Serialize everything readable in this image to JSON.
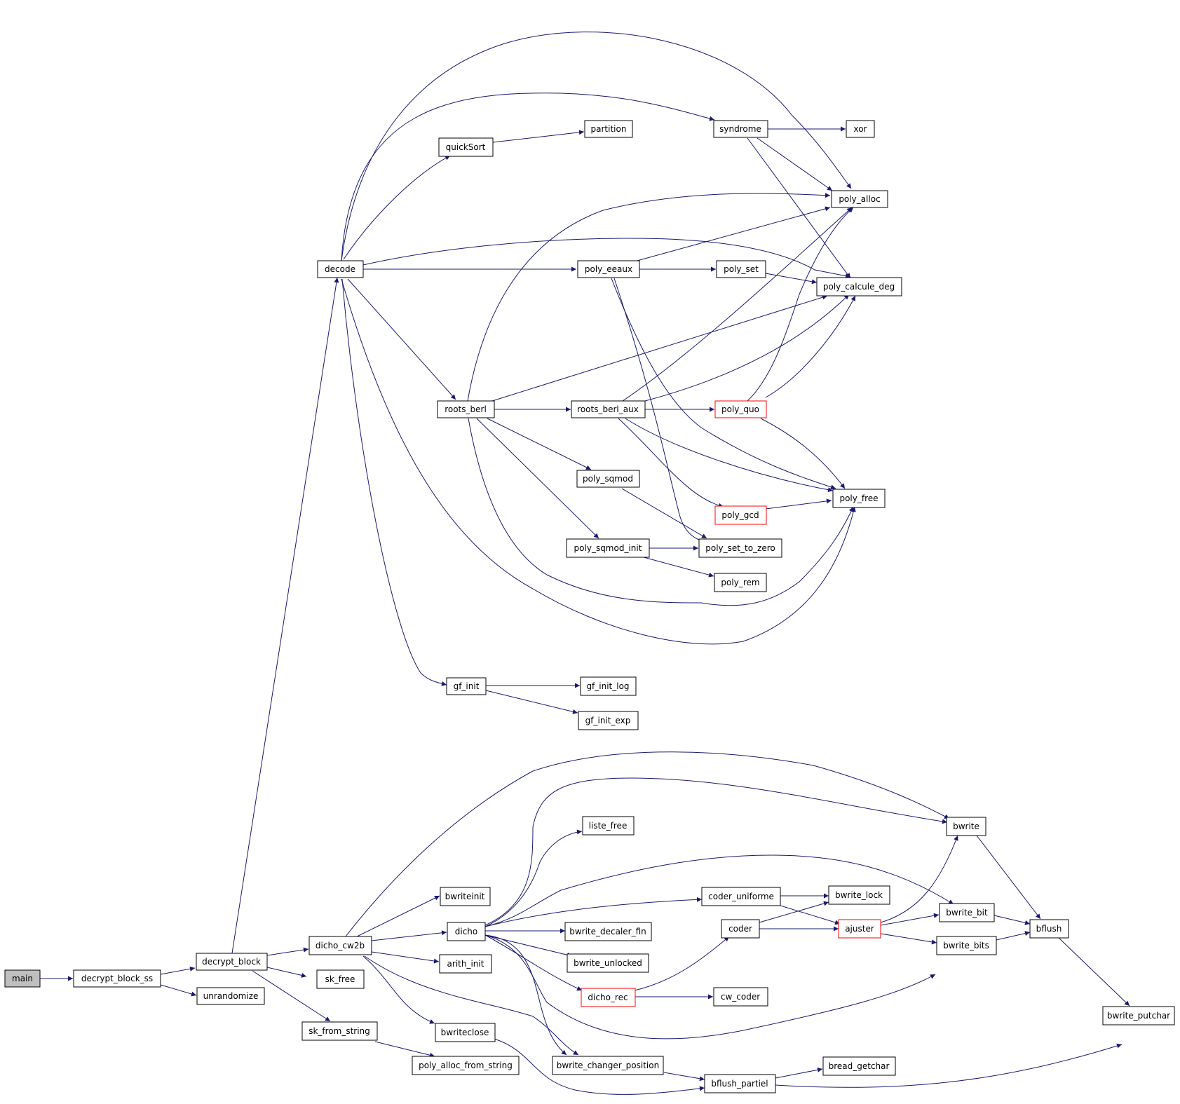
{
  "diagram": {
    "colors": {
      "edge": "#191970",
      "node_border": "#000000",
      "node_border_truncated": "#ff0000",
      "root_fill": "#bfbfbf",
      "node_fill": "#ffffff"
    },
    "nodes": {
      "main": "main",
      "decrypt_block_ss": "decrypt_block_ss",
      "decrypt_block": "decrypt_block",
      "unrandomize": "unrandomize",
      "decode": "decode",
      "quickSort": "quickSort",
      "partition": "partition",
      "syndrome": "syndrome",
      "xor": "xor",
      "poly_alloc": "poly_alloc",
      "poly_eeaux": "poly_eeaux",
      "poly_set": "poly_set",
      "poly_calcule_deg": "poly_calcule_deg",
      "roots_berl": "roots_berl",
      "roots_berl_aux": "roots_berl_aux",
      "poly_quo": "poly_quo",
      "poly_sqmod": "poly_sqmod",
      "poly_free": "poly_free",
      "poly_gcd": "poly_gcd",
      "poly_sqmod_init": "poly_sqmod_init",
      "poly_set_to_zero": "poly_set_to_zero",
      "poly_rem": "poly_rem",
      "gf_init": "gf_init",
      "gf_init_log": "gf_init_log",
      "gf_init_exp": "gf_init_exp",
      "dicho_cw2b": "dicho_cw2b",
      "sk_free": "sk_free",
      "sk_from_string": "sk_from_string",
      "poly_alloc_from_string": "poly_alloc_from_string",
      "bwriteinit": "bwriteinit",
      "dicho": "dicho",
      "arith_init": "arith_init",
      "bwriteclose": "bwriteclose",
      "liste_free": "liste_free",
      "bwrite_decaler_fin": "bwrite_decaler_fin",
      "bwrite_unlocked": "bwrite_unlocked",
      "dicho_rec": "dicho_rec",
      "bwrite_changer_position": "bwrite_changer_position",
      "coder_uniforme": "coder_uniforme",
      "coder": "coder",
      "cw_coder": "cw_coder",
      "bflush_partiel": "bflush_partiel",
      "bwrite_lock": "bwrite_lock",
      "ajuster": "ajuster",
      "bread_getchar": "bread_getchar",
      "bwrite": "bwrite",
      "bwrite_bit": "bwrite_bit",
      "bwrite_bits": "bwrite_bits",
      "bflush": "bflush",
      "bwrite_putchar": "bwrite_putchar"
    }
  }
}
